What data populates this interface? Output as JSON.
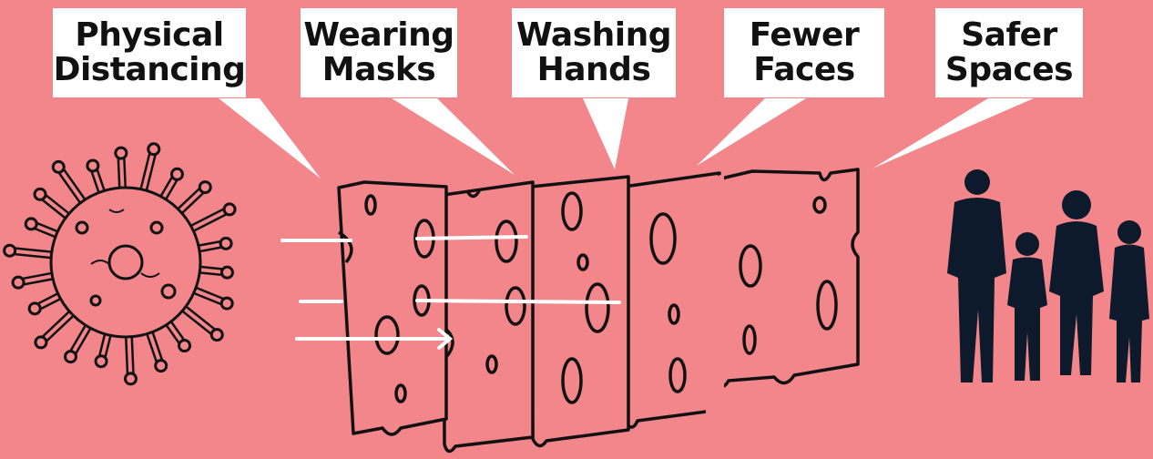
{
  "labels": [
    {
      "line1": "Physical",
      "line2": "Distancing"
    },
    {
      "line1": "Wearing",
      "line2": "Masks"
    },
    {
      "line1": "Washing",
      "line2": "Hands"
    },
    {
      "line1": "Fewer",
      "line2": "Faces"
    },
    {
      "line1": "Safer",
      "line2": "Spaces"
    }
  ],
  "icons": {
    "virus": "virus-icon",
    "cheese": "swiss-cheese-slice-icon",
    "arrow": "arrow-icon",
    "people": "family-silhouette-icon"
  },
  "colors": {
    "background": "#f2868a",
    "label_fill": "#ffffff",
    "outline": "#111111",
    "silhouette": "#0d1a2c"
  }
}
